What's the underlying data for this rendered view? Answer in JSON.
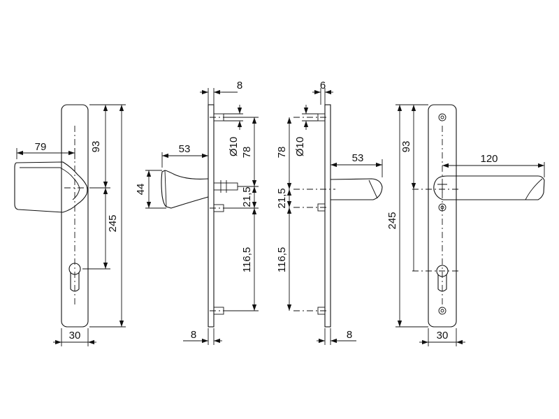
{
  "dimensions": {
    "v1_rose_width": "79",
    "v1_upper_height": "93",
    "v1_lower_height": "245",
    "v1_plate_width": "30",
    "v2_plate_thickness_top": "8",
    "v2_handle_projection": "53",
    "v2_handle_height": "44",
    "v2_spindle_diameter": "Ø10",
    "v2_upper_spacing": "78",
    "v2_spindle_offset": "21,5",
    "v2_cylinder_spacing": "116,5",
    "v2_plate_thickness_bottom": "8",
    "v3_plate_thickness_top": "6",
    "v3_spindle_diameter": "Ø10",
    "v3_upper_spacing": "78",
    "v3_handle_projection": "53",
    "v3_spindle_offset": "21,5",
    "v3_cylinder_spacing": "116,5",
    "v3_plate_thickness_bottom": "8",
    "v4_upper_height": "93",
    "v4_handle_length": "120",
    "v4_total_height": "245",
    "v4_plate_width": "30"
  }
}
